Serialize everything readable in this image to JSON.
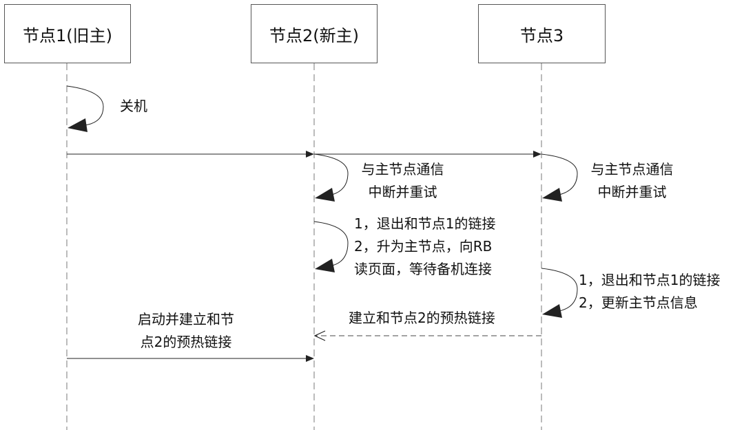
{
  "participants": {
    "node1": "节点1(旧主)",
    "node2": "节点2(新主)",
    "node3": "节点3"
  },
  "messages": {
    "self_shutdown": "关机",
    "node2_retry_line1": "与主节点通信",
    "node2_retry_line2": "中断并重试",
    "node3_retry_line1": "与主节点通信",
    "node3_retry_line2": "中断并重试",
    "node2_promote_line1": "1，退出和节点1的链接",
    "node2_promote_line2": "2，升为主节点，向RB",
    "node2_promote_line3": "读页面，等待备机连接",
    "node3_update_line1": "1，退出和节点1的链接",
    "node3_update_line2": "2，更新主节点信息",
    "node3_to_node2": "建立和节点2的预热链接",
    "node1_to_node2_line1": "启动并建立和节",
    "node1_to_node2_line2": "点2的预热链接"
  },
  "colors": {
    "line": "#222222",
    "lifeline": "#777777"
  }
}
